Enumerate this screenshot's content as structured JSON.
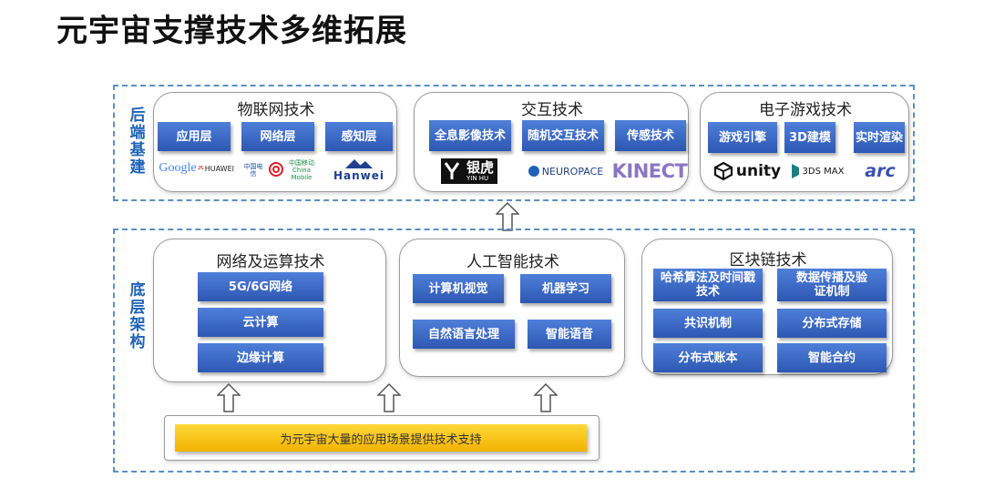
{
  "title": "元宇宙支撑技术多维拓展",
  "backend": {
    "label": "后端基建",
    "iot": {
      "title": "物联网技术",
      "buttons": [
        "应用层",
        "网络层",
        "感知层"
      ],
      "logos": [
        "Google",
        "HUAWEI",
        "中国电信",
        "中国移动 China Mobile",
        "Hanwei"
      ]
    },
    "interaction": {
      "title": "交互技术",
      "buttons": [
        "全息影像技术",
        "随机交互技术",
        "传感技术"
      ],
      "logos": [
        "银虎",
        "YIN HU",
        "NEUROPACE",
        "KINECT"
      ]
    },
    "gaming": {
      "title": "电子游戏技术",
      "buttons": [
        "游戏引擎",
        "3D建模",
        "实时渲染"
      ],
      "logos": [
        "unity",
        "3DS MAX",
        "arc"
      ]
    }
  },
  "base": {
    "label": "底层架构",
    "network": {
      "title": "网络及运算技术",
      "buttons": [
        "5G/6G网络",
        "云计算",
        "边缘计算"
      ]
    },
    "ai": {
      "title": "人工智能技术",
      "buttons": [
        "计算机视觉",
        "机器学习",
        "自然语言处理",
        "智能语音"
      ]
    },
    "blockchain": {
      "title": "区块链技术",
      "buttons": [
        "哈希算法及时间戳技术",
        "数据传播及验证机制",
        "共识机制",
        "分布式存储",
        "分布式账本",
        "智能合约"
      ]
    },
    "support": "为元宇宙大量的应用场景提供技术支持"
  },
  "colors": {
    "accent_blue": "#2d57b2",
    "label_blue": "#1f62b5",
    "dash_blue": "#5b8fc4",
    "support_yellow": "#f2b200"
  }
}
